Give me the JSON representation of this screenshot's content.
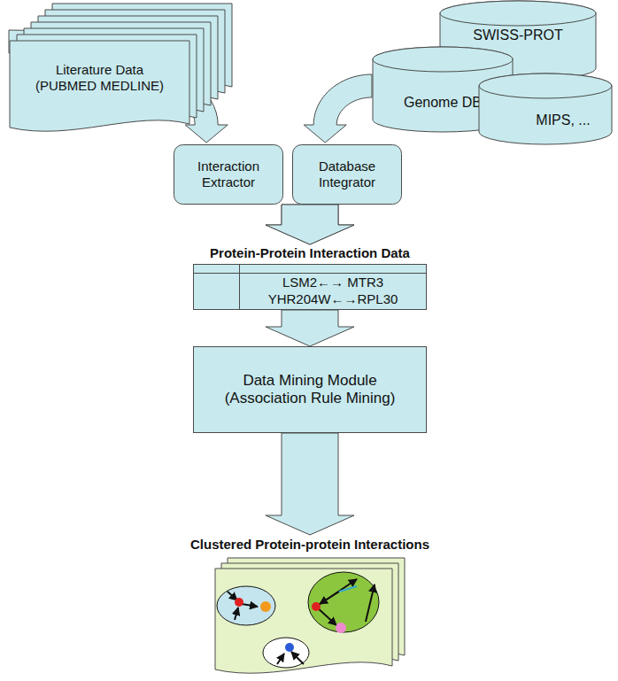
{
  "diagram": {
    "nodes": [
      {
        "text": [
          "Literature Data (PUBMED MEDLINE)"
        ]
      },
      {
        "text": [
          "SWISS-PROT"
        ]
      },
      {
        "text": [
          "Genome DB"
        ]
      },
      {
        "text": [
          "MIPS, ..."
        ]
      },
      {
        "text": [
          "Interaction Extractor"
        ]
      },
      {
        "text": [
          "Database Integrator"
        ]
      },
      {
        "text": [
          "Protein-Protein Interaction Data",
          "LSM2←→ MTR3",
          "YHR204W←→RPL30"
        ]
      },
      {
        "text": [
          "Data Mining Module (Association Rule Mining)"
        ]
      },
      {
        "text": [
          "Clustered Protein-protein Interactions"
        ]
      }
    ],
    "edges": [
      {
        "from": 0,
        "to": 4,
        "arrow": "to"
      },
      {
        "from": 2,
        "to": 5,
        "arrow": "to"
      },
      {
        "from": 4,
        "to": 6,
        "arrow": "to"
      },
      {
        "from": 5,
        "to": 6,
        "arrow": "to"
      },
      {
        "from": 6,
        "to": 7,
        "arrow": "to"
      },
      {
        "from": 7,
        "to": 8,
        "arrow": "to"
      }
    ]
  }
}
